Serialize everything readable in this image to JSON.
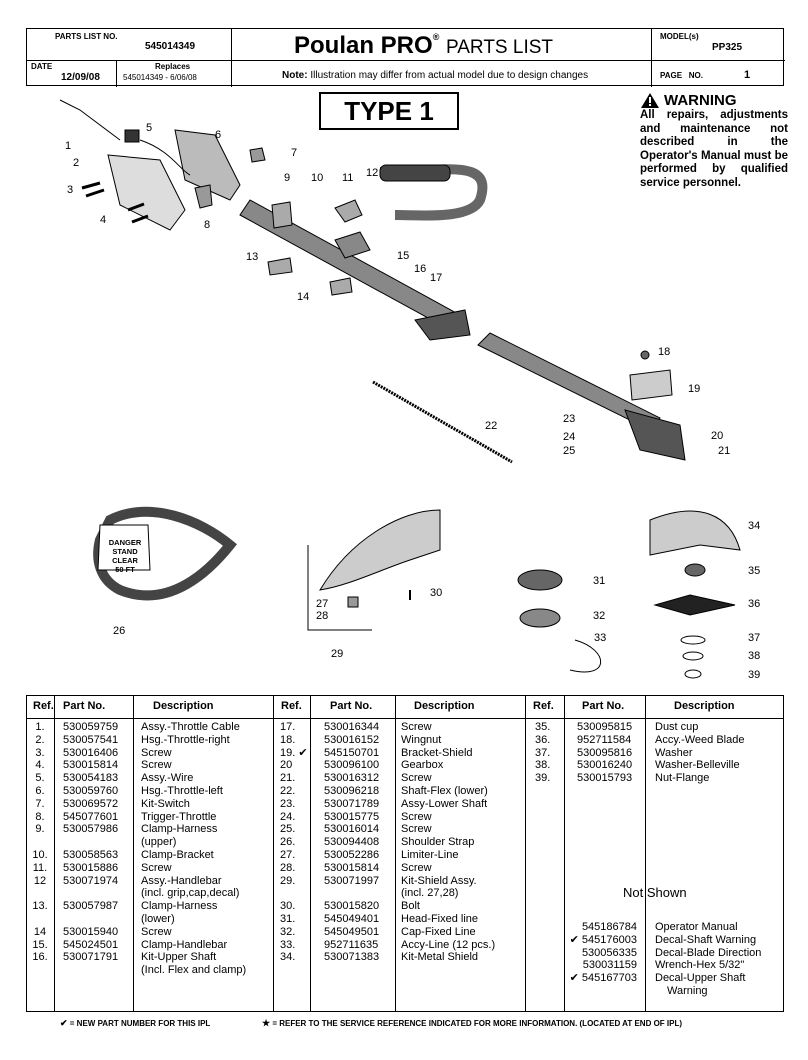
{
  "header": {
    "parts_list_no_label": "PARTS LIST NO.",
    "parts_list_no": "545014349",
    "date_label": "DATE",
    "date": "12/09/08",
    "replaces_label": "Replaces",
    "replaces": "545014349 - 6/06/08",
    "brand": "Poulan PRO",
    "reg": "®",
    "title": "PARTS LIST",
    "note_bold": "Note:",
    "note": "Illustration may differ from actual model due to design changes",
    "model_label": "MODEL(s)",
    "model": "PP325",
    "page_label": "PAGE   NO.",
    "page": "1"
  },
  "type_label": "TYPE 1",
  "warning": {
    "title": "WARNING",
    "text": "All repairs, adjustments and maintenance not described in the Operator's Manual must be performed by qualified service personnel."
  },
  "decal": {
    "line1": "DANGER",
    "line2": "STAND",
    "line3": "CLEAR",
    "line4": "50 FT"
  },
  "callouts": [
    "1",
    "2",
    "3",
    "4",
    "5",
    "6",
    "7",
    "8",
    "9",
    "10",
    "11",
    "12",
    "13",
    "14",
    "15",
    "16",
    "17",
    "18",
    "19",
    "20",
    "21",
    "22",
    "23",
    "24",
    "25",
    "26",
    "27",
    "28",
    "29",
    "30",
    "31",
    "32",
    "33",
    "34",
    "35",
    "36",
    "37",
    "38",
    "39"
  ],
  "table": {
    "headers": [
      "Ref.",
      "Part No.",
      "Description"
    ],
    "col1": {
      "refs": [
        "1.",
        "2.",
        "3.",
        "4.",
        "5.",
        "6.",
        "7.",
        "8.",
        "9.",
        "",
        "10.",
        "11.",
        "12",
        "",
        "13.",
        "",
        "14",
        "15.",
        "16.",
        ""
      ],
      "parts": [
        "530059759",
        "530057541",
        "530016406",
        "530015814",
        "530054183",
        "530059760",
        "530069572",
        "545077601",
        "530057986",
        "",
        "530058563",
        "530015886",
        "530071974",
        "",
        "530057987",
        "",
        "530015940",
        "545024501",
        "530071791",
        ""
      ],
      "descs": [
        "Assy.-Throttle Cable",
        "Hsg.-Throttle-right",
        "Screw",
        "Screw",
        "Assy.-Wire",
        "Hsg.-Throttle-left",
        "Kit-Switch",
        "Trigger-Throttle",
        "Clamp-Harness",
        "(upper)",
        "Clamp-Bracket",
        "Screw",
        "Assy.-Handlebar",
        "(incl. grip,cap,decal)",
        "Clamp-Harness",
        "(lower)",
        "Screw",
        "Clamp-Handlebar",
        "Kit-Upper Shaft",
        "(Incl. Flex and clamp)"
      ]
    },
    "col2": {
      "refs": [
        "17.",
        "18.",
        "19.",
        "20",
        "21.",
        "22.",
        "23.",
        "24.",
        "25.",
        "26.",
        "27.",
        "28.",
        "29.",
        "",
        "30.",
        "31.",
        "32.",
        "33.",
        "34."
      ],
      "marks": [
        "",
        "",
        "✔",
        "",
        "",
        "",
        "",
        "",
        "",
        "",
        "",
        "",
        "",
        "",
        "",
        "",
        "",
        "",
        ""
      ],
      "parts": [
        "530016344",
        "530016152",
        "545150701",
        "530096100",
        "530016312",
        "530096218",
        "530071789",
        "530015775",
        "530016014",
        "530094408",
        "530052286",
        "530015814",
        "530071997",
        "",
        "530015820",
        "545049401",
        "545049501",
        "952711635",
        "530071383"
      ],
      "descs": [
        "Screw",
        "Wingnut",
        "Bracket-Shield",
        "Gearbox",
        "Screw",
        "Shaft-Flex (lower)",
        "Assy-Lower Shaft",
        "Screw",
        "Screw",
        "Shoulder Strap",
        "Limiter-Line",
        "Screw",
        "Kit-Shield Assy.",
        "(incl. 27,28)",
        "Bolt",
        "Head-Fixed line",
        "Cap-Fixed Line",
        "Accy-Line (12 pcs.)",
        "Kit-Metal Shield"
      ]
    },
    "col3": {
      "refs": [
        "35.",
        "36.",
        "37.",
        "38.",
        "39."
      ],
      "parts": [
        "530095815",
        "952711584",
        "530095816",
        "530016240",
        "530015793"
      ],
      "descs": [
        "Dust cup",
        "Accy.-Weed Blade",
        "Washer",
        "Washer-Belleville",
        "Nut-Flange"
      ]
    },
    "not_shown_label": "Not Shown",
    "not_shown": {
      "marks": [
        "",
        "✔",
        "",
        "",
        "✔",
        ""
      ],
      "parts": [
        "545186784",
        "545176003",
        "530056335",
        "530031159",
        "545167703",
        ""
      ],
      "descs": [
        "Operator Manual",
        "Decal-Shaft Warning",
        "Decal-Blade Direction",
        "Wrench-Hex 5/32\"",
        "Decal-Upper Shaft",
        "Warning"
      ]
    }
  },
  "footer": {
    "new_part": "= NEW PART NUMBER FOR THIS  IPL",
    "refer": "= REFER TO THE SERVICE REFERENCE  INDICATED FOR MORE INFORMATION. (LOCATED AT END OF IPL)",
    "check_mark": "✔",
    "star_mark": "★"
  }
}
